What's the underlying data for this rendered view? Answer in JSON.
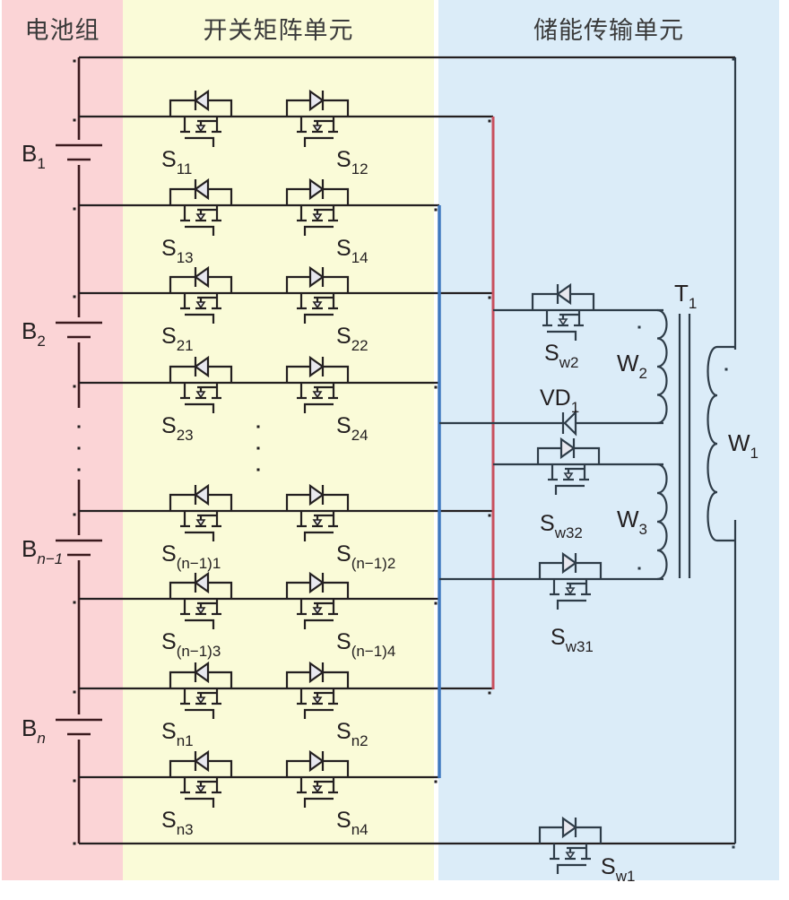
{
  "colors": {
    "battery_panel": "#fbd4d6",
    "switch_panel": "#fafbd8",
    "storage_panel": "#dbecf8",
    "red_bus": "#c9505e",
    "blue_bus": "#3f78bf",
    "wire": "#231f20"
  },
  "panels": {
    "battery": {
      "title": "电池组"
    },
    "switch_matrix": {
      "title": "开关矩阵单元"
    },
    "storage_transfer": {
      "title": "储能传输单元"
    }
  },
  "batteries": [
    {
      "base": "B",
      "sub": "1",
      "sub_italic": false
    },
    {
      "base": "B",
      "sub": "2",
      "sub_italic": false
    },
    {
      "base": "B",
      "sub": "n−1",
      "sub_italic": true
    },
    {
      "base": "B",
      "sub": "n",
      "sub_italic": true
    }
  ],
  "matrix_switches": [
    {
      "base": "S",
      "sub": "11",
      "side": "left",
      "bus": "red"
    },
    {
      "base": "S",
      "sub": "12",
      "side": "right",
      "bus": "red"
    },
    {
      "base": "S",
      "sub": "13",
      "side": "left",
      "bus": "blue"
    },
    {
      "base": "S",
      "sub": "14",
      "side": "right",
      "bus": "blue"
    },
    {
      "base": "S",
      "sub": "21",
      "side": "left",
      "bus": "red"
    },
    {
      "base": "S",
      "sub": "22",
      "side": "right",
      "bus": "red"
    },
    {
      "base": "S",
      "sub": "23",
      "side": "left",
      "bus": "blue"
    },
    {
      "base": "S",
      "sub": "24",
      "side": "right",
      "bus": "blue"
    },
    {
      "base": "S",
      "sub": "(n−1)1",
      "side": "left",
      "bus": "red"
    },
    {
      "base": "S",
      "sub": "(n−1)2",
      "side": "right",
      "bus": "red"
    },
    {
      "base": "S",
      "sub": "(n−1)3",
      "side": "left",
      "bus": "blue"
    },
    {
      "base": "S",
      "sub": "(n−1)4",
      "side": "right",
      "bus": "blue"
    },
    {
      "base": "S",
      "sub": "n1",
      "side": "left",
      "bus": "red"
    },
    {
      "base": "S",
      "sub": "n2",
      "side": "right",
      "bus": "red"
    },
    {
      "base": "S",
      "sub": "n3",
      "side": "left",
      "bus": "blue"
    },
    {
      "base": "S",
      "sub": "n4",
      "side": "right",
      "bus": "blue"
    }
  ],
  "storage_components": {
    "sw2": {
      "base": "S",
      "sub": "w2"
    },
    "vd1": {
      "base": "VD",
      "sub": "1"
    },
    "sw32": {
      "base": "S",
      "sub": "w32"
    },
    "sw31": {
      "base": "S",
      "sub": "w31"
    },
    "sw1": {
      "base": "S",
      "sub": "w1"
    },
    "transformer": {
      "base": "T",
      "sub": "1"
    },
    "w1": {
      "base": "W",
      "sub": "1"
    },
    "w2": {
      "base": "W",
      "sub": "2"
    },
    "w3": {
      "base": "W",
      "sub": "3"
    }
  },
  "ellipsis": "⋮"
}
